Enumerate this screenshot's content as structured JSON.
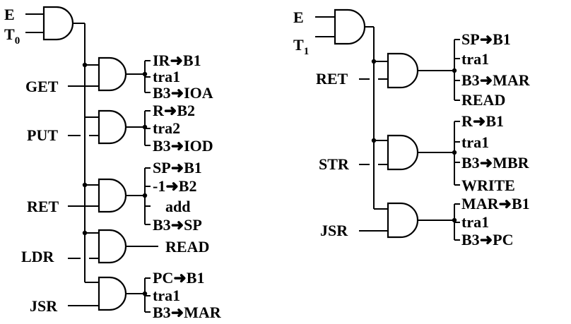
{
  "left": {
    "enable": "E",
    "timing": "T",
    "timing_sub": "0",
    "gates": [
      {
        "input": "GET",
        "outputs": [
          "IR",
          "tra1",
          "B3"
        ],
        "targets": [
          "B1",
          "",
          "IOA"
        ]
      },
      {
        "input": "PUT",
        "outputs": [
          "R",
          "tra2",
          "B3"
        ],
        "targets": [
          "B2",
          "",
          "IOD"
        ]
      },
      {
        "input": "RET",
        "outputs": [
          "SP",
          "-1",
          "add",
          "B3"
        ],
        "targets": [
          "B1",
          "B2",
          "",
          "SP"
        ]
      },
      {
        "input": "LDR",
        "outputs": [
          "READ"
        ],
        "targets": [
          ""
        ]
      },
      {
        "input": "JSR",
        "outputs": [
          "PC",
          "tra1",
          "B3"
        ],
        "targets": [
          "B1",
          "",
          "MAR"
        ]
      }
    ]
  },
  "right": {
    "enable": "E",
    "timing": "T",
    "timing_sub": "1",
    "gates": [
      {
        "input": "RET",
        "outputs": [
          "SP",
          "tra1",
          "B3",
          "READ"
        ],
        "targets": [
          "B1",
          "",
          "MAR",
          ""
        ]
      },
      {
        "input": "STR",
        "outputs": [
          "R",
          "tra1",
          "B3",
          "WRITE"
        ],
        "targets": [
          "B1",
          "",
          "MBR",
          ""
        ]
      },
      {
        "input": "JSR",
        "outputs": [
          "MAR",
          "tra1",
          "B3"
        ],
        "targets": [
          "B1",
          "",
          "PC"
        ]
      }
    ]
  },
  "arrow_glyph": "➜"
}
